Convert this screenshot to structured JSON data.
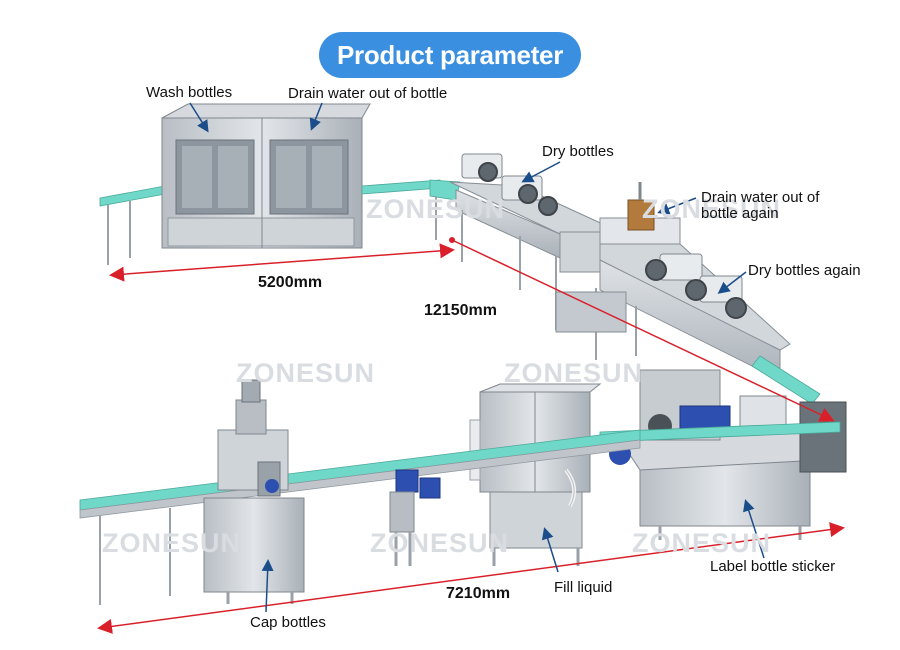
{
  "title": "Product parameter",
  "watermark": "ZONESUN",
  "labels": {
    "wash_bottles": "Wash bottles",
    "drain_water": "Drain water out of bottle",
    "dry_bottles": "Dry bottles",
    "drain_again_line1": "Drain water out of",
    "drain_again_line2": "bottle again",
    "dry_again": "Dry bottles again",
    "cap_bottles": "Cap bottles",
    "fill_liquid": "Fill liquid",
    "label_sticker": "Label bottle sticker"
  },
  "dimensions": {
    "top_length": "5200mm",
    "diagonal_length": "12150mm",
    "bottom_length": "7210mm"
  },
  "colors": {
    "title_bg": "#3a8fe0",
    "dimension_line": "#d9202a",
    "conveyor": "#6fd8c8",
    "steel": "#c9ced3",
    "steel_dark": "#8f979e",
    "motor": "#2c4fb0",
    "pointer": "#1a4d8a"
  }
}
